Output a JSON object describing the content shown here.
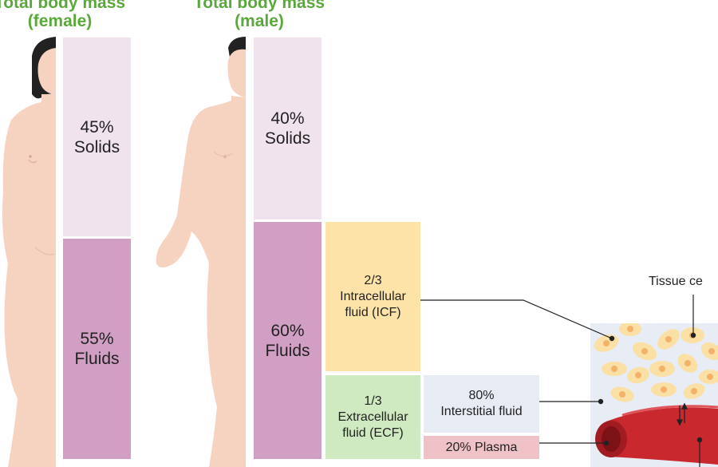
{
  "female": {
    "title_line1": "Total body mass",
    "title_line2": "(female)",
    "solids_pct": "45%",
    "solids_label": "Solids",
    "fluids_pct": "55%",
    "fluids_label": "Fluids"
  },
  "male": {
    "title_line1": "Total body mass",
    "title_line2": "(male)",
    "solids_pct": "40%",
    "solids_label": "Solids",
    "fluids_pct": "60%",
    "fluids_label": "Fluids"
  },
  "icf": {
    "fraction": "2/3",
    "line1": "Intracellular",
    "line2": "fluid (ICF)"
  },
  "ecf": {
    "fraction": "1/3",
    "line1": "Extracellular",
    "line2": "fluid (ECF)"
  },
  "interstitial": {
    "pct": "80%",
    "label": "Interstitial fluid"
  },
  "plasma": {
    "label": "20% Plasma"
  },
  "tissue_label": "Tissue ce",
  "colors": {
    "title_green": "#5aa83a",
    "solids": "#f1e3ee",
    "fluids": "#d29fc4",
    "icf": "#fde3a7",
    "ecf": "#cfeac0",
    "interstitial": "#e6ebf4",
    "plasma": "#efc2c8",
    "skin": "#f6d2c0",
    "hair": "#222222",
    "vessel": "#c8282e"
  }
}
